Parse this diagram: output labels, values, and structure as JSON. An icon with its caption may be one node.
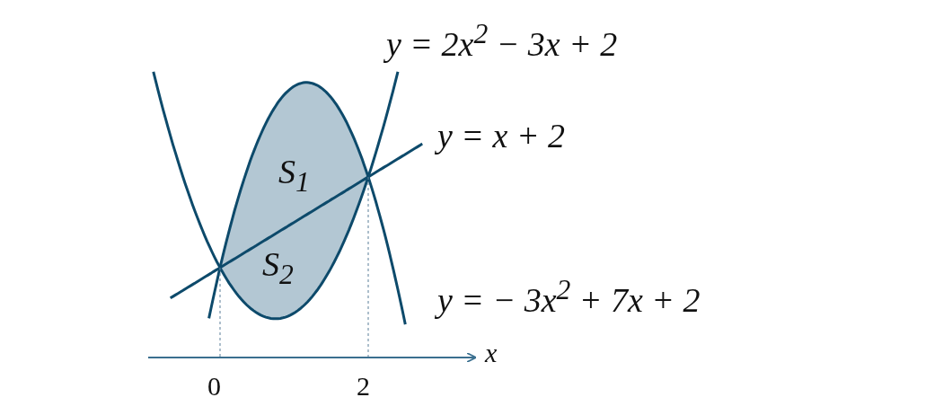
{
  "diagram": {
    "labels": [
      "y = 2x$^{2}$ − 3x + 2",
      "y = x + 2",
      "S$_{1}$",
      "S$_{2}$",
      "y = − 3x$^{2}$ + 7x + 2",
      "x",
      "0",
      "2"
    ]
  }
}
